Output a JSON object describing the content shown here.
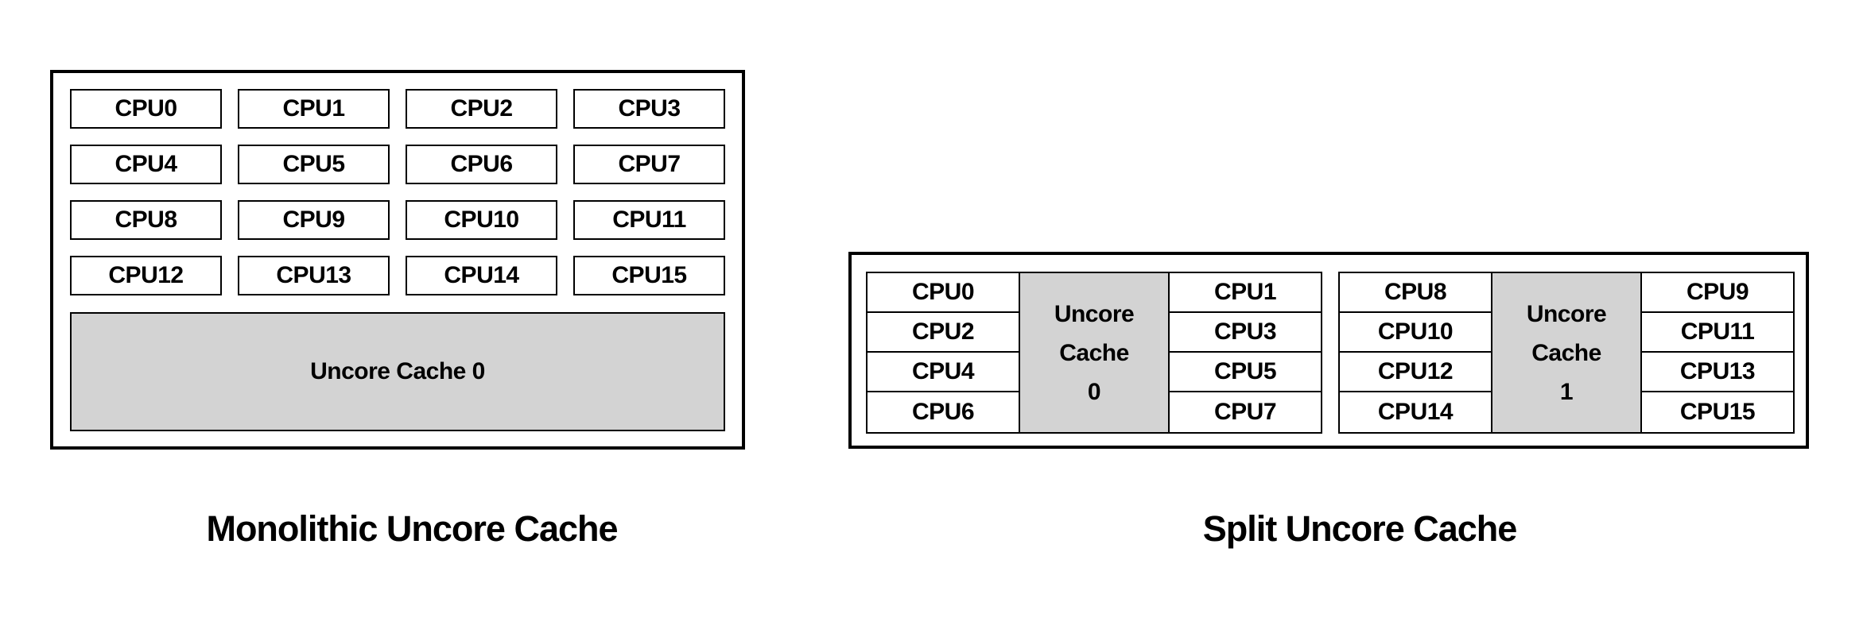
{
  "colors": {
    "background": "#ffffff",
    "border": "#000000",
    "cache_fill": "#d3d3d3",
    "text": "#000000"
  },
  "monolithic": {
    "caption": "Monolithic Uncore Cache",
    "cpu_rows": [
      [
        "CPU0",
        "CPU1",
        "CPU2",
        "CPU3"
      ],
      [
        "CPU4",
        "CPU5",
        "CPU6",
        "CPU7"
      ],
      [
        "CPU8",
        "CPU9",
        "CPU10",
        "CPU11"
      ],
      [
        "CPU12",
        "CPU13",
        "CPU14",
        "CPU15"
      ]
    ],
    "uncore_label": "Uncore Cache 0"
  },
  "split": {
    "caption": "Split Uncore Cache",
    "clusters": [
      {
        "left_cpus": [
          "CPU0",
          "CPU2",
          "CPU4",
          "CPU6"
        ],
        "uncore_lines": [
          "Uncore",
          "Cache",
          "0"
        ],
        "right_cpus": [
          "CPU1",
          "CPU3",
          "CPU5",
          "CPU7"
        ]
      },
      {
        "left_cpus": [
          "CPU8",
          "CPU10",
          "CPU12",
          "CPU14"
        ],
        "uncore_lines": [
          "Uncore",
          "Cache",
          "1"
        ],
        "right_cpus": [
          "CPU9",
          "CPU11",
          "CPU13",
          "CPU15"
        ]
      }
    ]
  }
}
